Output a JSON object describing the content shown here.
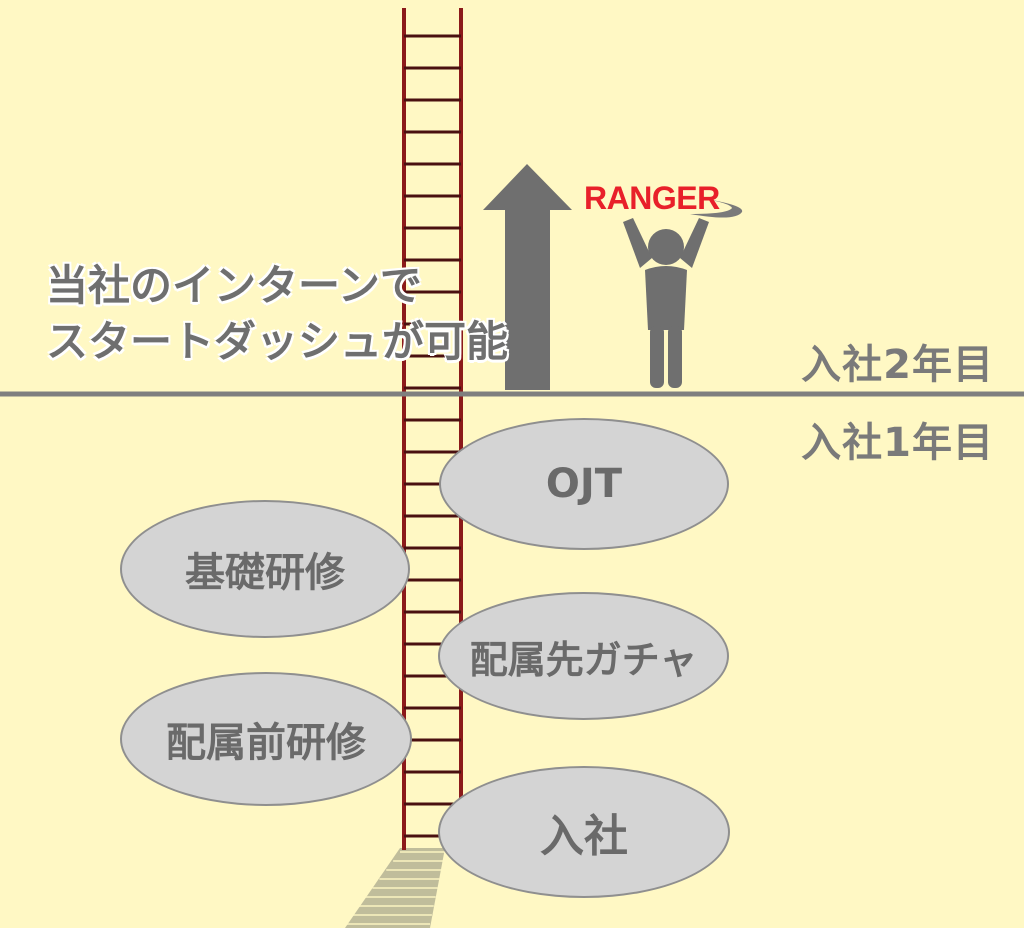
{
  "headline": {
    "line1": "当社のインターンで",
    "line2": "スタートダッシュが可能"
  },
  "brand": {
    "name": "RANGER"
  },
  "years": {
    "upper": "入社2年目",
    "lower": "入社1年目"
  },
  "steps": [
    {
      "label": "OJT"
    },
    {
      "label": "基礎研修"
    },
    {
      "label": "配属先ガチャ"
    },
    {
      "label": "配属前研修"
    },
    {
      "label": "入社"
    }
  ],
  "colors": {
    "background": "#fff8c4",
    "ladder": "#8b1a1a",
    "divider": "#7f7f7f",
    "bubble_fill": "#d4d4d4",
    "brand": "#e8202a"
  }
}
